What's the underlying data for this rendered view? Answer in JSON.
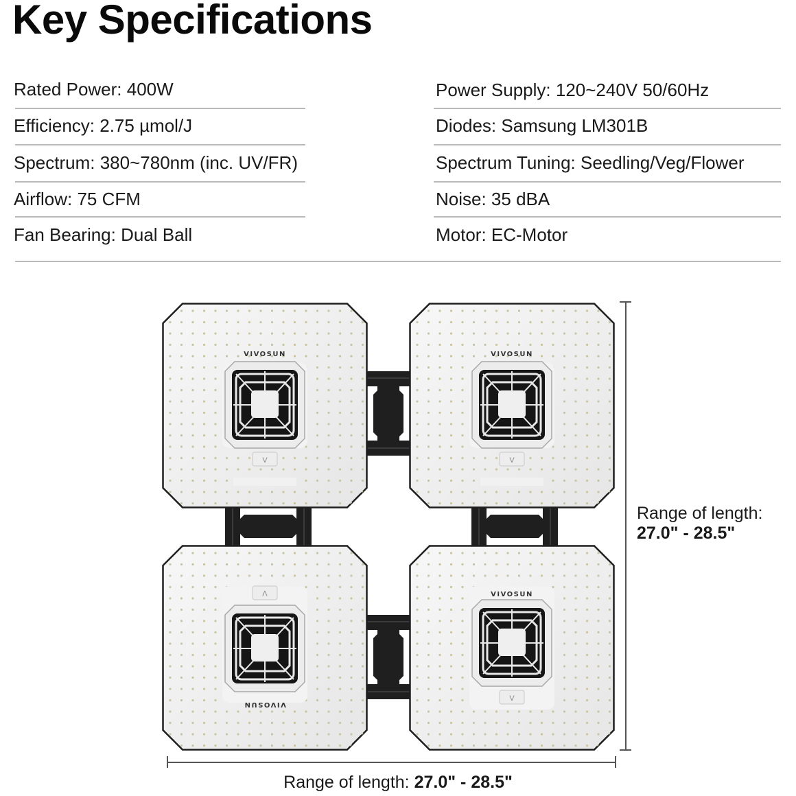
{
  "title": "Key Specifications",
  "specs": {
    "left": [
      {
        "label": "Rated Power:",
        "value": "400W",
        "text": "Rated Power: 400W"
      },
      {
        "label": "Efficiency:",
        "value": "2.75 µmol/J",
        "text": "Efficiency: 2.75 µmol/J"
      },
      {
        "label": "Spectrum:",
        "value": "380~780nm (inc. UV/FR)",
        "text": "Spectrum: 380~780nm (inc. UV/FR)"
      },
      {
        "label": "Airflow:",
        "value": "75 CFM",
        "text": "Airflow: 75 CFM"
      },
      {
        "label": "Fan Bearing:",
        "value": "Dual Ball",
        "text": "Fan Bearing: Dual Ball"
      }
    ],
    "right": [
      {
        "label": "Power Supply:",
        "value": "120~240V 50/60Hz",
        "text": "Power Supply: 120~240V 50/60Hz"
      },
      {
        "label": "Diodes:",
        "value": "Samsung LM301B",
        "text": "Diodes: Samsung LM301B"
      },
      {
        "label": "Spectrum Tuning:",
        "value": "Seedling/Veg/Flower",
        "text": "Spectrum Tuning: Seedling/Veg/Flower"
      },
      {
        "label": "Noise:",
        "value": "35 dBA",
        "text": "Noise: 35 dBA"
      },
      {
        "label": "Motor:",
        "value": "EC-Motor",
        "text": "Motor: EC-Motor"
      }
    ]
  },
  "diagram": {
    "brand": "VIVOSUN",
    "panels": [
      {
        "position": "top-left",
        "brand_position": "above-fan",
        "badge_position": "below-fan"
      },
      {
        "position": "top-right",
        "brand_position": "above-fan",
        "badge_position": "below-fan"
      },
      {
        "position": "bottom-left",
        "brand_position": "below-fan-rotated",
        "badge_position": "above-fan"
      },
      {
        "position": "bottom-right",
        "brand_position": "above-fan",
        "badge_position": "below-fan"
      }
    ],
    "badge_glyph": "V",
    "colors": {
      "panel": "#f1f1f1",
      "panel_border": "#1e1e1e",
      "connector": "#1f1f1f",
      "led": "#c9c4a2",
      "dim_line": "#555555"
    },
    "side_label": {
      "prefix": "Range of length:",
      "range": "27.0\" - 28.5\""
    },
    "bottom_label": {
      "prefix": "Range of length:",
      "range": "27.0\" - 28.5\""
    }
  }
}
